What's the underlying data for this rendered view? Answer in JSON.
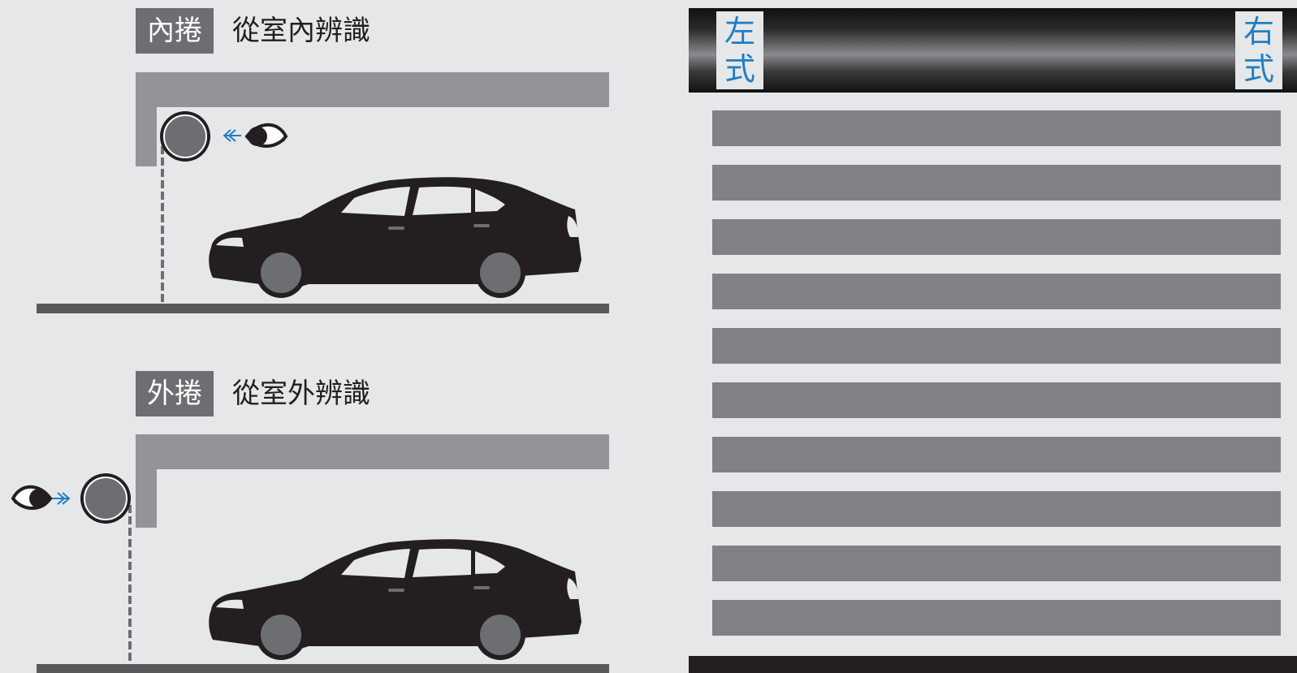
{
  "top": {
    "tag": "內捲",
    "caption": "從室內辨識"
  },
  "bottom": {
    "tag": "外捲",
    "caption": "從室外辨識"
  },
  "shutter": {
    "left_label": "左式",
    "right_label": "右式",
    "slat_count": 10
  },
  "colors": {
    "background": "#e6e7e9",
    "wall": "#929497",
    "slat": "#808184",
    "car": "#231f20",
    "arrow": "#1f7fc1",
    "tag": "#6d6e71"
  },
  "icons": [
    "eye-icon",
    "arrow-icon",
    "roller-icon",
    "car-icon"
  ]
}
